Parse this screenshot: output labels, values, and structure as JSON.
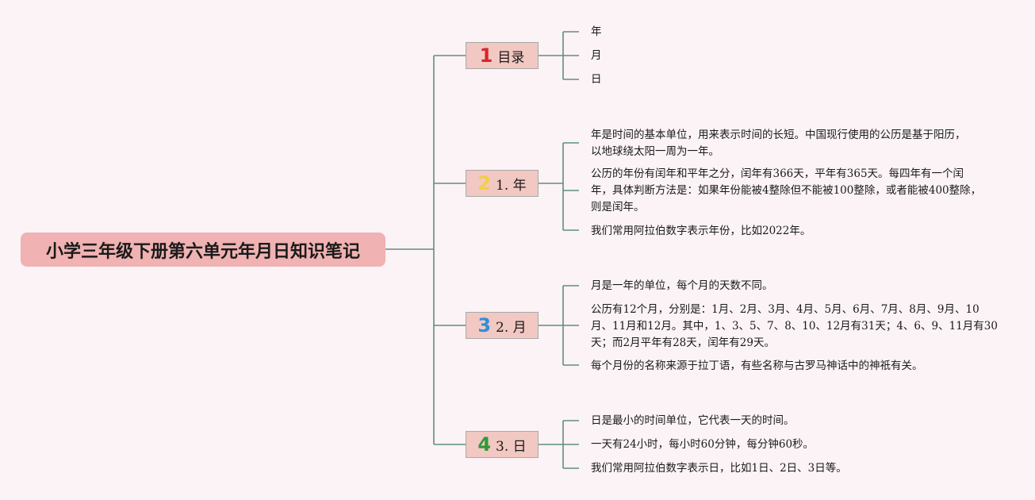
{
  "root": {
    "title": "小学三年级下册第六单元年月日知识笔记"
  },
  "colors": {
    "line": "#5f8f7f",
    "root_bg": "#f0b2b2",
    "branch_bg": "#f2c8c2"
  },
  "branches": [
    {
      "number": "1",
      "number_color": "#d9232e",
      "label": "目录",
      "leaves": [
        "年",
        "月",
        "日"
      ]
    },
    {
      "number": "2",
      "number_color": "#f2cf45",
      "label": "1. 年",
      "leaves": [
        [
          "年是时间的基本单位，用来表示时间的长短。中国现行使用的公历是基于阳历，",
          "以地球绕太阳一周为一年。"
        ],
        [
          "公历的年份有闰年和平年之分，闰年有366天，平年有365天。每四年有一个闰",
          "年，具体判断方法是：如果年份能被4整除但不能被100整除，或者能被400整除，",
          "则是闰年。"
        ],
        [
          "我们常用阿拉伯数字表示年份，比如2022年。"
        ]
      ]
    },
    {
      "number": "3",
      "number_color": "#2f8fd9",
      "label": "2. 月",
      "leaves": [
        [
          "月是一年的单位，每个月的天数不同。"
        ],
        [
          "公历有12个月，分别是：1月、2月、3月、4月、5月、6月、7月、8月、9月、10",
          "月、11月和12月。其中，1、3、5、7、8、10、12月有31天；4、6、9、11月有30",
          "天；而2月平年有28天，闰年有29天。"
        ],
        [
          "每个月份的名称来源于拉丁语，有些名称与古罗马神话中的神祇有关。"
        ]
      ]
    },
    {
      "number": "4",
      "number_color": "#2e9a3a",
      "label": "3. 日",
      "leaves": [
        [
          "日是最小的时间单位，它代表一天的时间。"
        ],
        [
          "一天有24小时，每小时60分钟，每分钟60秒。"
        ],
        [
          "我们常用阿拉伯数字表示日，比如1日、2日、3日等。"
        ]
      ]
    }
  ]
}
